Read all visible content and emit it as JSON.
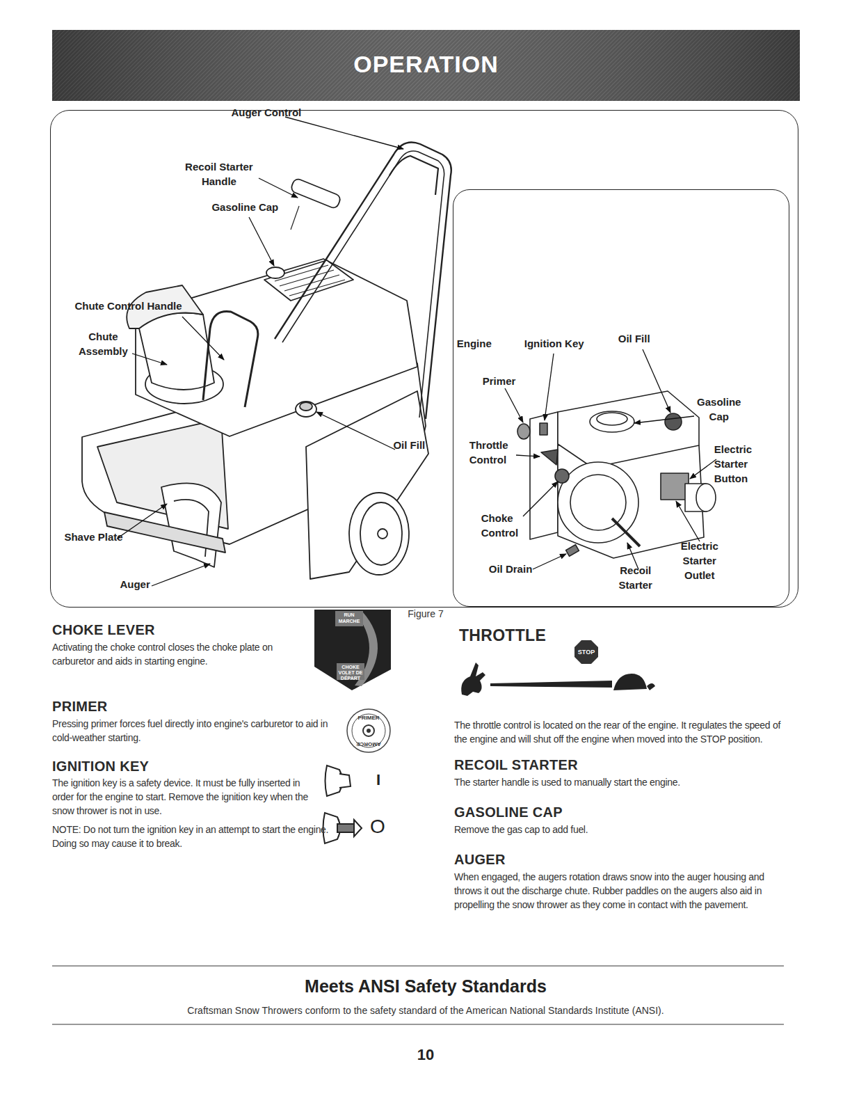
{
  "diagram": {
    "title": "OPERATION",
    "caption": "Figure 7",
    "nodes": [
      {
        "text": [
          "Auger Control",
          "Recoil Starter Handle",
          "Gasoline Cap",
          "Chute Control Handle",
          "Chute Assembly",
          "Oil Fill",
          "Shave Plate",
          "Auger"
        ]
      },
      {
        "text": [
          "Engine",
          "Ignition Key",
          "Oil Fill",
          "Primer",
          "Gasoline Cap",
          "Throttle Control",
          "Electric Starter Button",
          "Choke Control",
          "Oil Drain",
          "Electric Starter Outlet",
          "Recoil Starter"
        ],
        "in": 0
      }
    ],
    "labels": [
      "CHOKE LEVER",
      "Activating the choke control closes the choke plate on carburetor and aids in starting engine.",
      "RUN",
      "MARCHE",
      "CHOKE",
      "VOLET DE DÉPART",
      "PRIMER",
      "Pressing primer forces fuel directly into engine's carburetor to aid in cold-weather starting.",
      "PRIMER",
      "AMORCE",
      "IGNITION KEY",
      "The ignition key is a safety device. It must be fully inserted in order for the engine to start. Remove the ignition key when the snow thrower is not in use.",
      "I",
      "NOTE: Do not turn the ignition key in an attempt to start the engine. Doing so may cause it to break.",
      "O",
      "THROTTLE",
      "STOP",
      "The throttle control is located on the rear of the engine. It regulates the speed of the engine and will shut off the engine when moved into the STOP position.",
      "RECOIL STARTER",
      "The starter handle is used to manually start the engine.",
      "GASOLINE CAP",
      "Remove the gas cap to add fuel.",
      "AUGER",
      "When engaged, the augers rotation draws snow into the auger housing and throws it out the discharge chute. Rubber paddles on the augers also aid in propelling the snow thrower as they come in contact with the pavement.",
      "Meets ANSI Safety Standards",
      "Craftsman Snow Throwers conform to the safety standard of the American National Standards Institute (ANSI).",
      "10"
    ]
  }
}
